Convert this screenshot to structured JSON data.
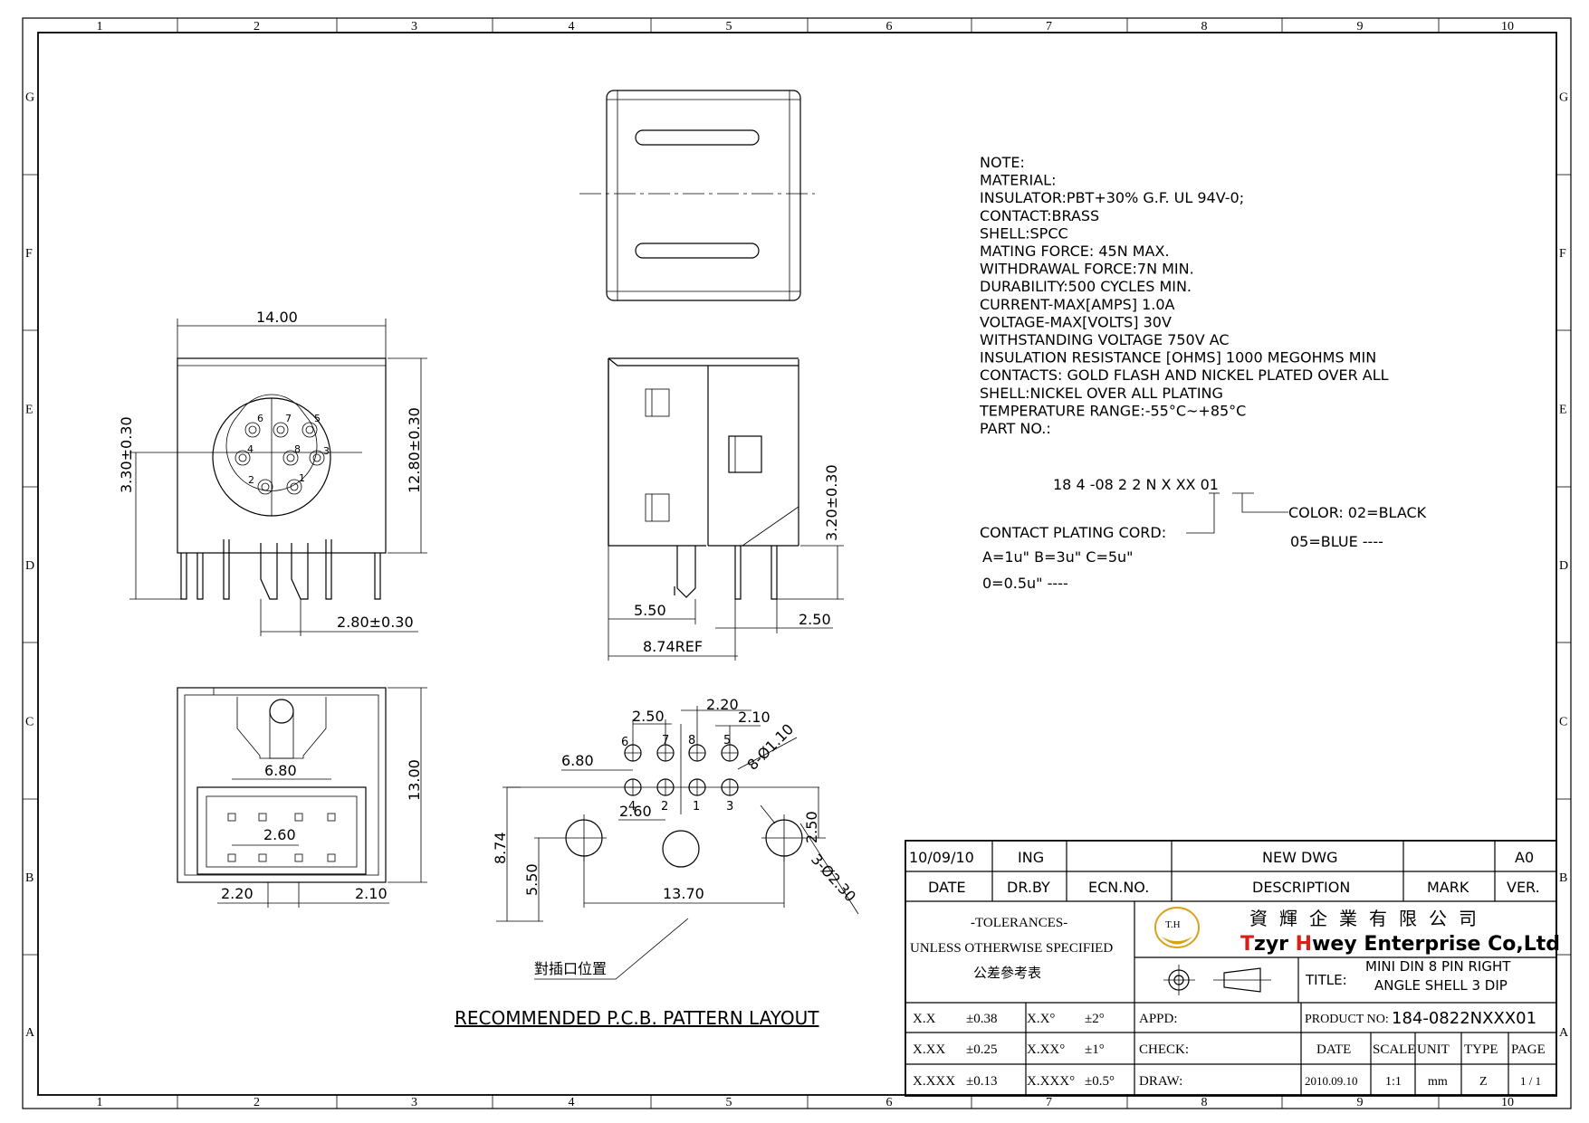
{
  "frame": {
    "columns": [
      "1",
      "2",
      "3",
      "4",
      "5",
      "6",
      "7",
      "8",
      "9",
      "10"
    ],
    "rows": [
      "G",
      "F",
      "E",
      "D",
      "C",
      "B",
      "A"
    ]
  },
  "notes": [
    "NOTE:",
    "MATERIAL:",
    "INSULATOR:PBT+30% G.F. UL 94V-0;",
    "CONTACT:BRASS",
    "SHELL:SPCC",
    "MATING FORCE: 45N MAX.",
    "WITHDRAWAL FORCE:7N MIN.",
    "DURABILITY:500 CYCLES MIN.",
    "CURRENT-MAX[AMPS]   1.0A",
    "VOLTAGE-MAX[VOLTS]  30V",
    "WITHSTANDING VOLTAGE 750V AC",
    "INSULATION RESISTANCE [OHMS] 1000 MEGOHMS MIN",
    "CONTACTS: GOLD FLASH  AND NICKEL PLATED OVER ALL",
    "SHELL:NICKEL OVER ALL PLATING",
    "TEMPERATURE RANGE:-55°C~+85°C",
    "PART NO.:"
  ],
  "part_code": {
    "code": "18 4 -08 2 2 N X XX 01",
    "color_label": "COLOR: 02=BLACK",
    "color_blue": "05=BLUE ----",
    "plating_label": "CONTACT PLATING CORD:",
    "plating_1": "A=1u\"  B=3u\"  C=5u\"",
    "plating_2": "0=0.5u\" ----"
  },
  "dims": {
    "front_width": "14.00",
    "front_height": "12.80±0.30",
    "front_offset": "3.30±0.30",
    "front_pin": "2.80±0.30",
    "side_h": "3.20±0.30",
    "side_a": "5.50",
    "side_b": "2.50",
    "side_ref": "8.74REF",
    "bottom_h": "13.00",
    "bottom_w1": "6.80",
    "bottom_w2": "2.60",
    "bottom_l": "2.20",
    "bottom_r": "2.10",
    "pcb_220": "2.20",
    "pcb_250": "2.50",
    "pcb_210": "2.10",
    "pcb_680": "6.80",
    "pcb_260": "2.60",
    "pcb_hole": "8-Ø1.10",
    "pcb_250b": "2.50",
    "pcb_874": "8.74",
    "pcb_550": "5.50",
    "pcb_1370": "13.70",
    "pcb_big": "3-Ø2.30",
    "pcb_note": "對插口位置"
  },
  "pin_labels_front": [
    "6",
    "7",
    "5",
    "4",
    "8",
    "3",
    "2",
    "1"
  ],
  "pin_labels_pcb": [
    "6",
    "7",
    "8",
    "5",
    "4",
    "2",
    "1",
    "3"
  ],
  "pcb_title": "RECOMMENDED P.C.B. PATTERN LAYOUT",
  "title_block": {
    "rev_date": "10/09/10",
    "rev_by": "ING",
    "rev_desc": "NEW DWG",
    "rev_ver": "A0",
    "h_date": "DATE",
    "h_drby": "DR.BY",
    "h_ecn": "ECN.NO.",
    "h_desc": "DESCRIPTION",
    "h_mark": "MARK",
    "h_ver": "VER.",
    "tol_1": "-TOLERANCES-",
    "tol_2": "UNLESS OTHERWISE SPECIFIED",
    "tol_3": "公差參考表",
    "logo_mark": "T.H",
    "company_cn": "資 輝 企 業 有 限 公 司",
    "company_t": "T",
    "company_zyr": "zyr ",
    "company_h": "H",
    "company_rest": "wey Enterprise Co,Ltd",
    "title_label": "TITLE:",
    "title_1": "MINI DIN  8 PIN RIGHT",
    "title_2": "ANGLE SHELL 3 DIP",
    "tol_rows": [
      [
        "X.X",
        "±0.38",
        "X.X°",
        "±2°"
      ],
      [
        "X.XX",
        "±0.25",
        "X.XX°",
        "±1°"
      ],
      [
        "X.XXX",
        "±0.13",
        "X.XXX°",
        "±0.5°"
      ]
    ],
    "appd": "APPD:",
    "check": "CHECK:",
    "draw": "DRAW:",
    "product_label": "PRODUCT NO:",
    "product_no": "184-0822NXXX01",
    "f_date": "DATE",
    "f_scale": "SCALE",
    "f_unit": "UNIT",
    "f_type": "TYPE",
    "f_page": "PAGE",
    "v_date": "2010.09.10",
    "v_scale": "1:1",
    "v_unit": "mm",
    "v_type": "Z",
    "v_page": "1 / 1",
    "logo_color": "#d9a21b",
    "brand_red": "#d8201a",
    "brand_blue": "#1b3fa8"
  }
}
